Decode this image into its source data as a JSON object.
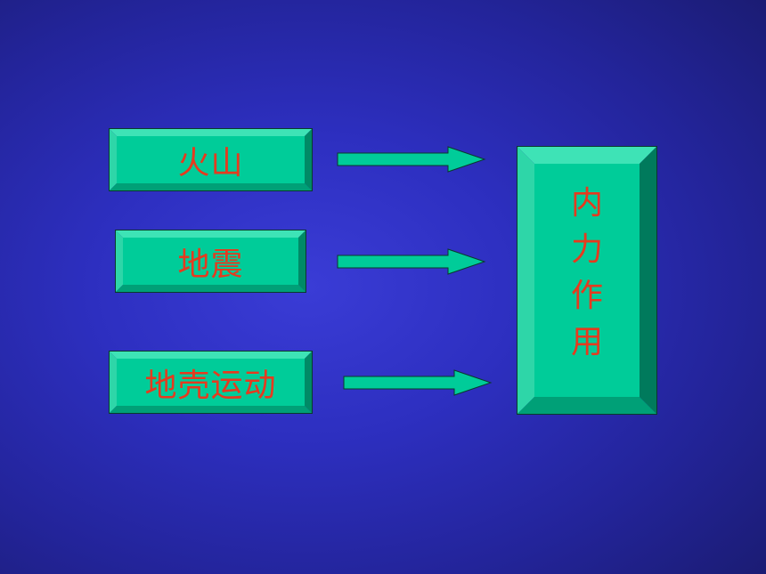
{
  "causes": [
    {
      "label": "火山"
    },
    {
      "label": "地震"
    },
    {
      "label": "地壳运动"
    }
  ],
  "result": {
    "chars": [
      "内",
      "力",
      "作",
      "用"
    ]
  },
  "colors": {
    "box_face": "#00cc99",
    "box_light": "#33e0b0",
    "box_dark": "#007a5c",
    "text": "#e63a1e",
    "arrow": "#00cc99"
  }
}
